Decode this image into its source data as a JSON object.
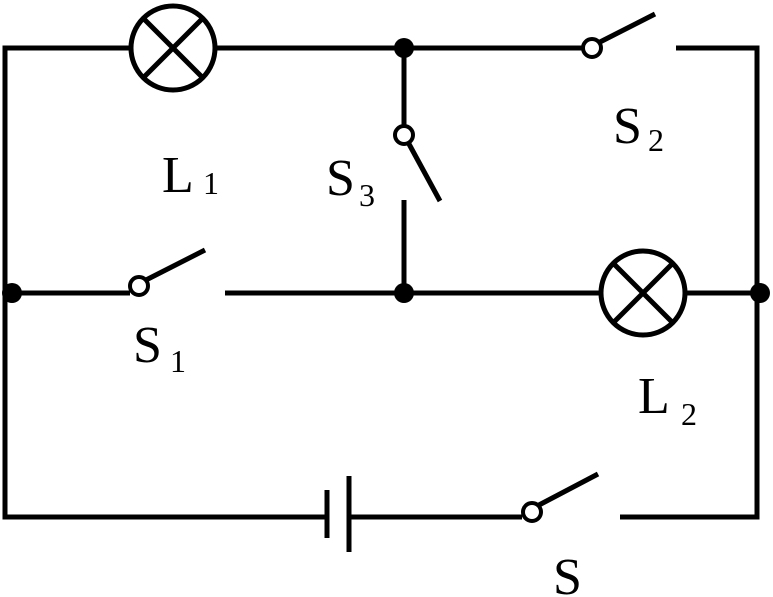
{
  "labels": {
    "L1": {
      "main": "L",
      "sub": "1"
    },
    "L2": {
      "main": "L",
      "sub": "2"
    },
    "S1": {
      "main": "S",
      "sub": "1"
    },
    "S2": {
      "main": "S",
      "sub": "2"
    },
    "S3": {
      "main": "S",
      "sub": "3"
    },
    "S": {
      "main": "S"
    }
  },
  "colors": {
    "stroke": "#000000",
    "background": "#ffffff"
  }
}
